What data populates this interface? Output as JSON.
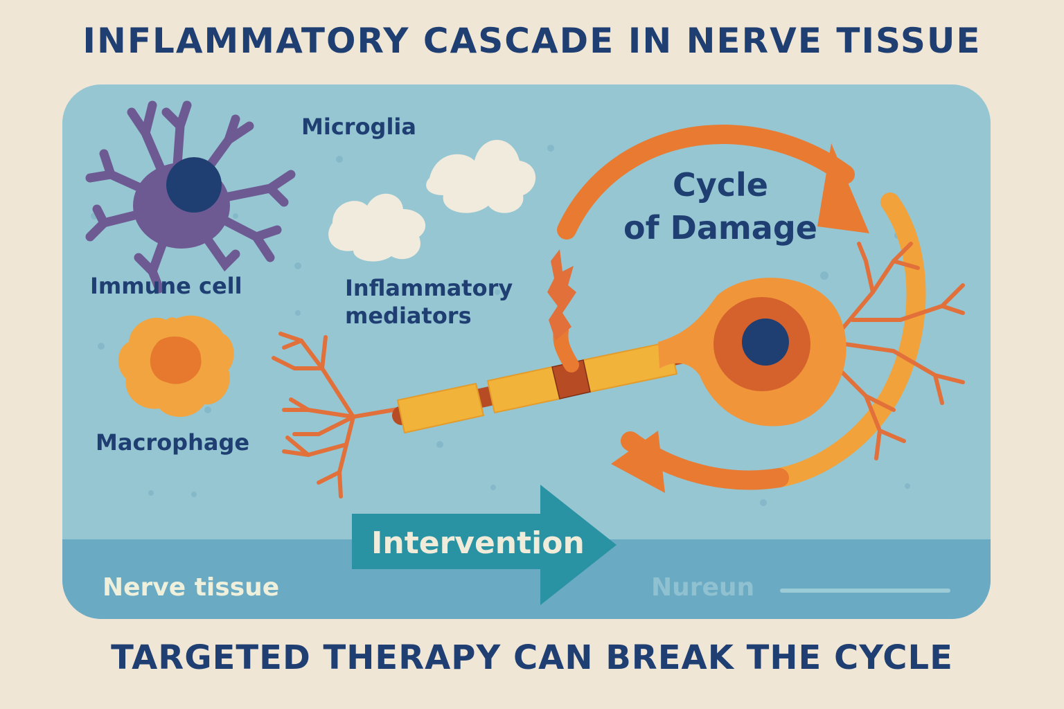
{
  "title": "INFLAMMATORY CASCADE IN NERVE TISSUE",
  "footer": "TARGETED THERAPY CAN BREAK THE CYCLE",
  "labels": {
    "microglia": "Microglia",
    "immune_cell": "Immune cell",
    "macrophage": "Macrophage",
    "inflammatory_line1": "Inflammatory",
    "inflammatory_line2": "mediators",
    "cycle_line1": "Cycle",
    "cycle_line2": "of Damage",
    "intervention": "Intervention",
    "nerve_tissue": "Nerve tissue",
    "neuron": "Nureun"
  },
  "colors": {
    "background": "#efe6d6",
    "panel": "#95c6d2",
    "band": "#6aaac3",
    "title_text": "#1f3f73",
    "cycle_arrow": "#e97a32",
    "myelin": "#f2b33a",
    "microglia": "#6e5a93",
    "macrophage": "#f1a43f",
    "intervention_arrow": "#2a93a3"
  }
}
